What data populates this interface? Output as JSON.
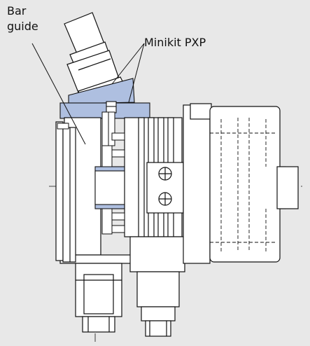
{
  "labels": {
    "bar_guide_line1": "Bar",
    "bar_guide_line2": "guide",
    "minikit": "Minikit PXP"
  },
  "colors": {
    "background": "#e8e8e8",
    "blue_highlight": "#aebfe0",
    "line": "#111111",
    "panel_fill": "#ffffff"
  }
}
